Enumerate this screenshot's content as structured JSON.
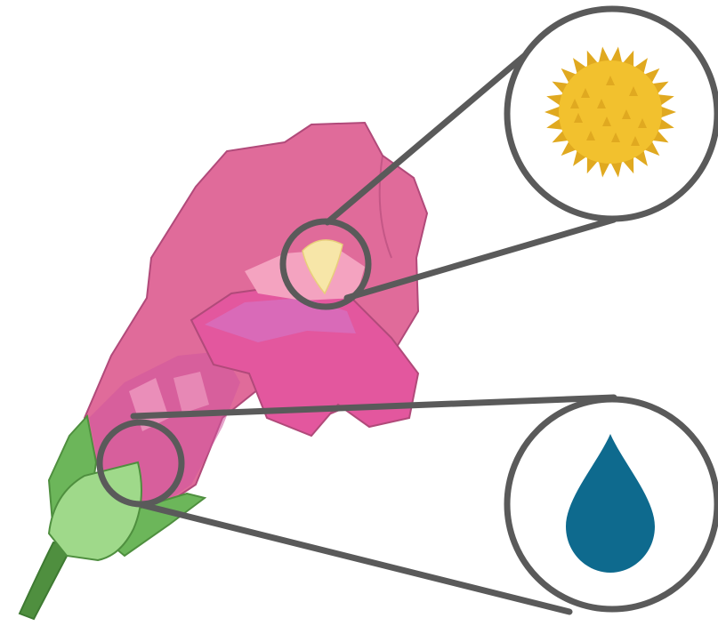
{
  "diagram": {
    "subject": "flower",
    "callouts": [
      {
        "id": "pollen",
        "icon": "pollen-grain-icon"
      },
      {
        "id": "nectar",
        "icon": "water-drop-icon"
      }
    ]
  },
  "colors": {
    "petal_main": "#e06b9a",
    "petal_dark": "#d0569f",
    "petal_light": "#f08fb5",
    "throat": "#f4a3c0",
    "stamen": "#f7e6a8",
    "sepal_dark": "#6cb65a",
    "sepal_light": "#9fd98a",
    "stem": "#4f8f3f",
    "pollen": "#f2c12e",
    "pollen_spike": "#e0a920",
    "drop": "#0e6a8e",
    "callout_line": "#5a5a5a"
  }
}
